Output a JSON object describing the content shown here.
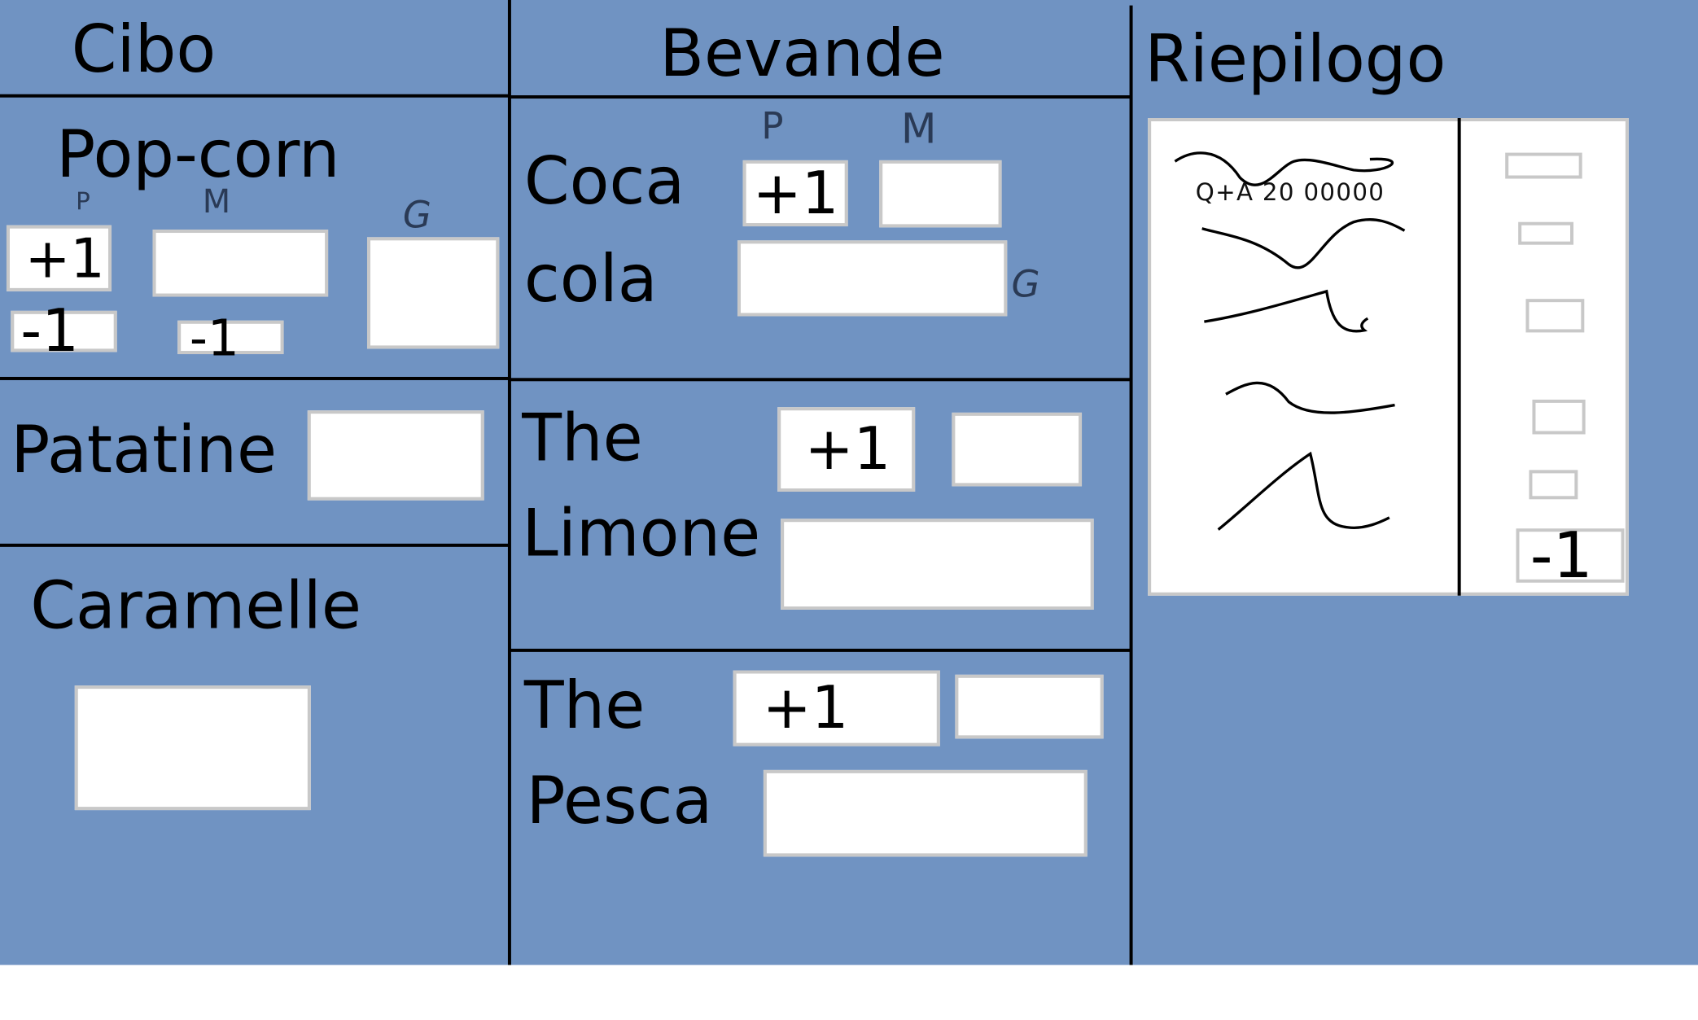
{
  "sections": {
    "food": "Cibo",
    "drinks": "Bevande",
    "summary": "Riepilogo"
  },
  "food": {
    "popcorn": {
      "label": "Pop-corn",
      "sizes": [
        "P",
        "M",
        "G"
      ],
      "plus": "+1",
      "minus_small": "-1",
      "minus_medium": "-1"
    },
    "chips": {
      "label": "Patatine"
    },
    "candy": {
      "label": "Caramelle"
    }
  },
  "drinks": {
    "coca_cola": {
      "label_line1": "Coca",
      "label_line2": "cola",
      "sizes": [
        "P",
        "M",
        "G"
      ],
      "plus": "+1"
    },
    "lemon_tea": {
      "label_line1": "The",
      "label_line2": "Limone",
      "plus": "+1"
    },
    "peach_tea": {
      "label_line1": "The",
      "label_line2": "Pesca",
      "plus": "+1"
    }
  },
  "summary": {
    "list_note": "Q+A 20 00000",
    "minus": "-1"
  }
}
